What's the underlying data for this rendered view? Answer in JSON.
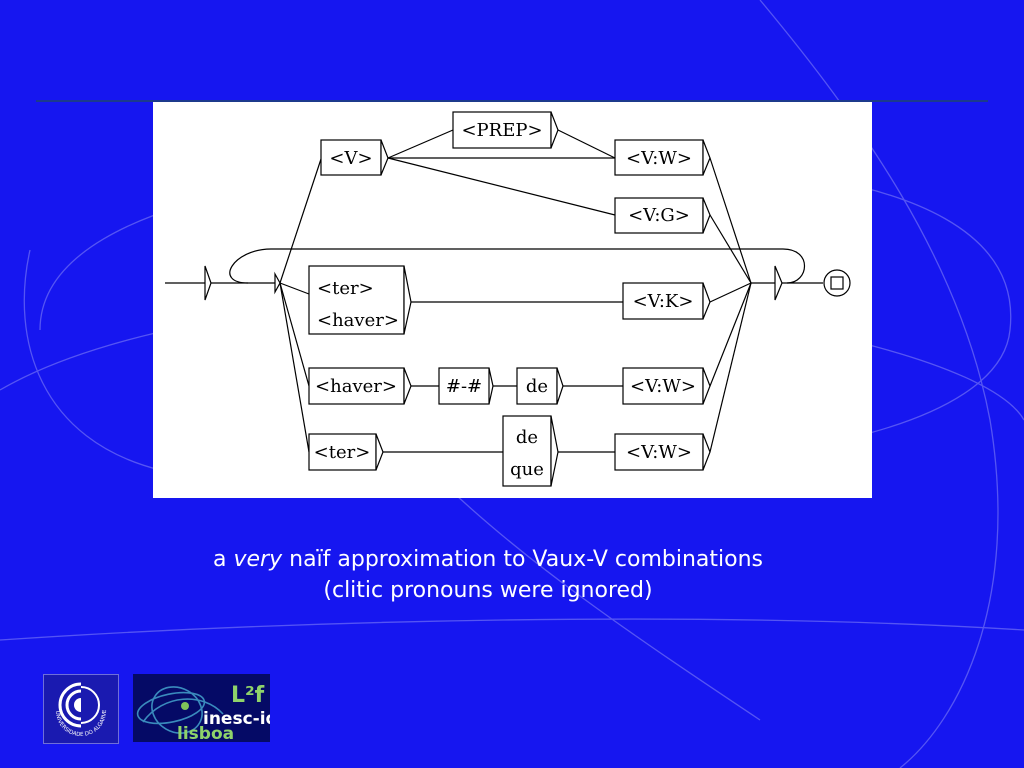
{
  "slide": {
    "background_color": "#1616f0",
    "caption": {
      "line1_prefix": "a",
      "line1_emphasis": "very",
      "line1_rest": "naïf approximation to Vaux-V combinations",
      "line2": "(clitic pronouns were ignored)"
    }
  },
  "diagram": {
    "boxes": {
      "v": "<V>",
      "prep": "<PREP>",
      "vw_top": "<V:W>",
      "vg": "<V:G>",
      "ter_1": "<ter>",
      "haver_1": "<haver>",
      "vk": "<V:K>",
      "haver_2": "<haver>",
      "hash": "#-#",
      "de_1": "de",
      "vw_mid": "<V:W>",
      "ter_2": "<ter>",
      "de_2": "de",
      "que": "que",
      "vw_bottom": "<V:W>"
    }
  },
  "logos": {
    "ualg_text": "UNIVERSIDADE DO ALGARVE",
    "l2f": "L²f",
    "inesc_id": "inesc-id",
    "lisboa": "lisboa"
  }
}
